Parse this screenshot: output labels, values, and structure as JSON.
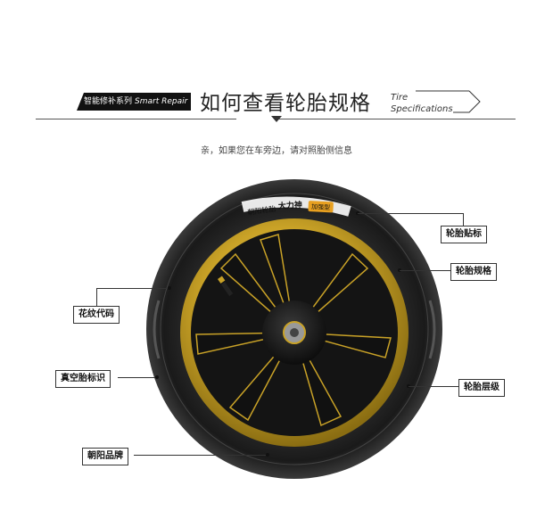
{
  "header": {
    "series_label": "智能修补系列",
    "series_label_en": "Smart Repair",
    "title": "如何查看轮胎规格",
    "title_en_line1": "Tire",
    "title_en_line2": "Specifications"
  },
  "subtitle": "亲，如果您在车旁边，请对照胎侧信息",
  "tire_sidewall": {
    "brand_text": "朝阳轮胎",
    "model_text": "大力神",
    "badge_text": "加强型"
  },
  "callouts": {
    "sticker": "轮胎贴标",
    "spec": "轮胎规格",
    "tread_code": "花纹代码",
    "tubeless": "真空胎标识",
    "ply": "轮胎层级",
    "brand": "朝阳品牌"
  },
  "colors": {
    "rim_gold": "#c9a227",
    "tire_black": "#1b1b1b",
    "spoke_black": "#141414"
  }
}
